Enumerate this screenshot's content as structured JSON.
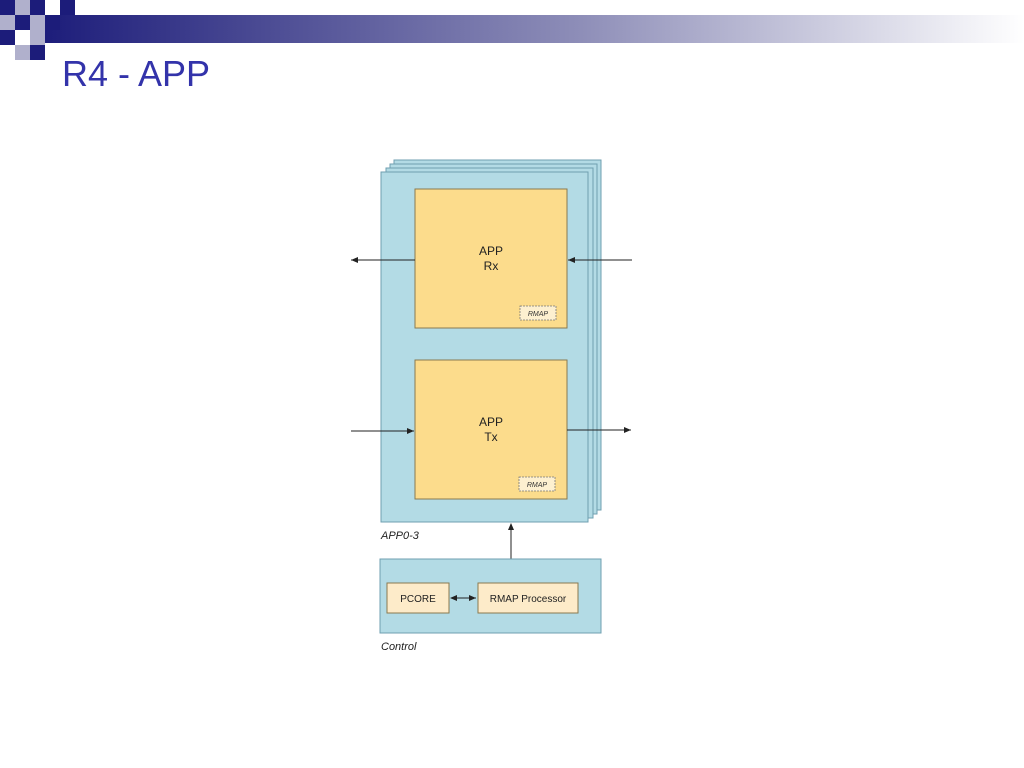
{
  "slide": {
    "title": "R4 - APP"
  },
  "diagram": {
    "app_group_label": "APP0-3",
    "app_rx": {
      "line1": "APP",
      "line2": "Rx",
      "rmap": "RMAP"
    },
    "app_tx": {
      "line1": "APP",
      "line2": "Tx",
      "rmap": "RMAP"
    },
    "control_label": "Control",
    "pcore": "PCORE",
    "rmap_processor": "RMAP Processor"
  },
  "colors": {
    "title": "#3333aa",
    "header_dark": "#1c1c7a",
    "panel_blue": "#b3dbe5",
    "block_yellow": "#fcdc8c",
    "block_cream": "#fdebc9"
  }
}
